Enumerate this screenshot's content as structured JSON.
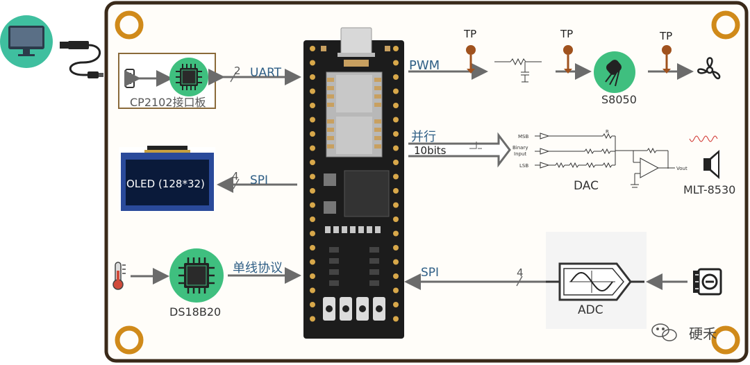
{
  "labels": {
    "cp2102": "CP2102接口板",
    "uart": "UART",
    "uart_count": "2",
    "oled": "OLED (128*32)",
    "spi_oled": "SPI",
    "spi_oled_count": "4",
    "ds18b20": "DS18B20",
    "one_wire": "单线协议",
    "pwm": "PWM",
    "tp1": "TP",
    "tp2": "TP",
    "tp3": "TP",
    "s8050": "S8050",
    "parallel": "并行",
    "bits": "10bits",
    "dac": "DAC",
    "speaker": "MLT-8530",
    "spi_adc": "SPI",
    "spi_adc_count": "4",
    "adc": "ADC",
    "watermark": "硬禾",
    "dac_msb": "MSB",
    "dac_binary": "Binary",
    "dac_input": "Input",
    "dac_lsb": "LSB",
    "dac_vout": "Vout",
    "resistor": "R"
  },
  "colors": {
    "board_border": "#3a2a1a",
    "mount_ring": "#d08a1a",
    "chip_green": "#3fbf7f",
    "arrow_gray": "#6b6b6b",
    "tp_brown": "#a0521e",
    "oled_blue": "#1e3f8c",
    "mcu_board": "#1c1c1c"
  },
  "icons": [
    "monitor-icon",
    "usb-cable-icon",
    "thermometer-icon",
    "fan-icon",
    "potentiometer-icon",
    "speaker-icon",
    "transistor-icon",
    "wechat-icon"
  ]
}
